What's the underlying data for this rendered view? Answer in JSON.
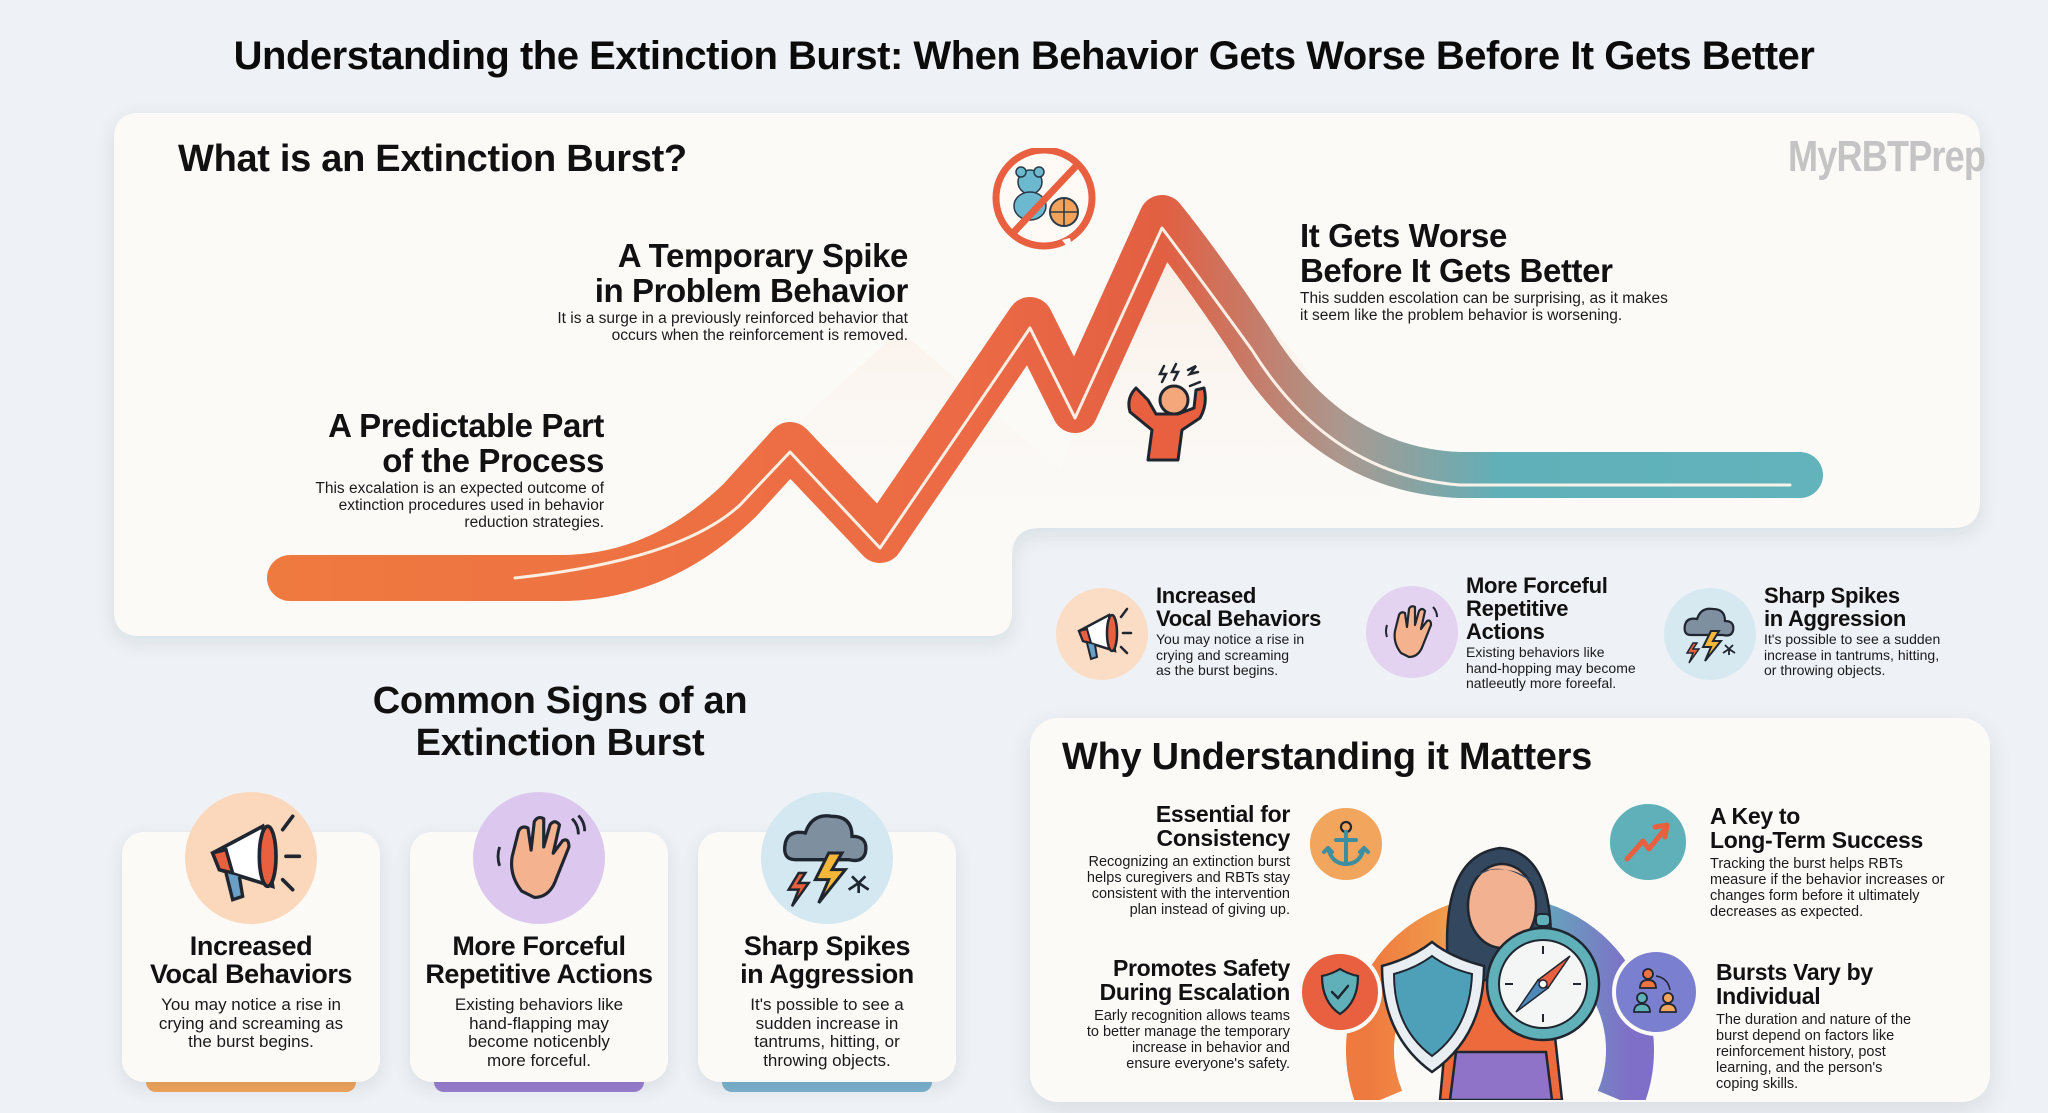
{
  "title": "Understanding the Extinction Burst: When Behavior Gets Worse Before It Gets Better",
  "watermark": "MyRBTPrep",
  "colors": {
    "background": "#eef2f6",
    "card": "#fbfaf7",
    "orange": "#ec7440",
    "red_orange": "#e8603f",
    "teal": "#5fb0b8",
    "purple": "#9a7fd0",
    "light_blue": "#8cc3d6"
  },
  "what_is": {
    "heading": "What is an Extinction Burst?",
    "points": [
      {
        "title_line1": "A Predictable Part",
        "title_line2": "of the Process",
        "text_line1": "This excalation is an expected outcome of",
        "text_line2": "extinction procedures used in behavior",
        "text_line3": "reduction strategies."
      },
      {
        "title_line1": "A Temporary Spike",
        "title_line2": "in Problem Behavior",
        "text_line1": "It is a surge in a previously reinforced behavior that",
        "text_line2": "occurs when the reinforcement is removed."
      },
      {
        "title_line1": "It Gets Worse",
        "title_line2": "Before It Gets Better",
        "text_line1": "This sudden escolation can be surprising, as it makes",
        "text_line2": "it seem like the problem behavior is worsening."
      }
    ],
    "icons": [
      "no-toys-icon",
      "frustrated-person-icon"
    ]
  },
  "mini_signs": [
    {
      "icon": "megaphone-icon",
      "title_line1": "Increased",
      "title_line2": "Vocal Behaviors",
      "text_line1": "You may notice a rise in",
      "text_line2": "crying and screaming",
      "text_line3": "as the burst begins."
    },
    {
      "icon": "waving-hand-icon",
      "title_line1": "More Forceful",
      "title_line2": "Repetitive",
      "title_line3": "Actions",
      "text_line1": "Existing behaviors like",
      "text_line2": "hand-hopping may become",
      "text_line3": "natleeutly more foreefal."
    },
    {
      "icon": "storm-cloud-icon",
      "title_line1": "Sharp Spikes",
      "title_line2": "in Aggression",
      "text_line1": "It's possible to see a sudden",
      "text_line2": "increase in tantrums, hitting,",
      "text_line3": "or throwing objects."
    }
  ],
  "common_signs": {
    "heading_line1": "Common Signs of an",
    "heading_line2": "Extinction Burst",
    "cards": [
      {
        "icon": "megaphone-icon",
        "title_line1": "Increased",
        "title_line2": "Vocal Behaviors",
        "text_line1": "You may notice a rise in",
        "text_line2": "crying and screaming as",
        "text_line3": "the burst begins.",
        "accent": "#f2a55c"
      },
      {
        "icon": "waving-hand-icon",
        "title_line1": "More Forceful",
        "title_line2": "Repetitive Actions",
        "text_line1": "Existing behaviors like",
        "text_line2": "hand-flapping may",
        "text_line3": "become noticenbly",
        "text_line4": "more forceful.",
        "accent": "#9a7fd0"
      },
      {
        "icon": "storm-cloud-icon",
        "title_line1": "Sharp Spikes",
        "title_line2": "in Aggression",
        "text_line1": "It's possible to see a",
        "text_line2": "sudden increase in",
        "text_line3": "tantrums, hitting, or",
        "text_line4": "throwing objects.",
        "accent": "#7cb3cf"
      }
    ]
  },
  "why_matters": {
    "heading": "Why Understanding it Matters",
    "items": [
      {
        "icon": "anchor-icon",
        "title_line1": "Essential for",
        "title_line2": "Consistency",
        "text_line1": "Recognizing an extinction burst",
        "text_line2": "helps curegivers and RBTs stay",
        "text_line3": "consistent with the intervention",
        "text_line4": "plan instead of giving up."
      },
      {
        "icon": "trend-arrow-icon",
        "title_line1": "A Key to",
        "title_line2": "Long-Term Success",
        "text_line1": "Tracking the burst helps RBTs",
        "text_line2": "measure if the behavior increases or",
        "text_line3": "changes form before it ultimately",
        "text_line4": "decreases as expected."
      },
      {
        "icon": "shield-check-icon",
        "title_line1": "Promotes Safety",
        "title_line2": "During Escalation",
        "text_line1": "Early recognition allows teams",
        "text_line2": "to better manage the temporary",
        "text_line3": "increase in behavior and",
        "text_line4": "ensure everyone's safety."
      },
      {
        "icon": "people-network-icon",
        "title_line1": "Bursts Vary by",
        "title_line2": "Individual",
        "text_line1": "The duration and nature of the",
        "text_line2": "burst depend on factors like",
        "text_line3": "reinforcement history, post",
        "text_line4": "learning, and the person's",
        "text_line5": "coping skills."
      }
    ],
    "center_icon": "person-with-shield-and-compass-icon"
  }
}
